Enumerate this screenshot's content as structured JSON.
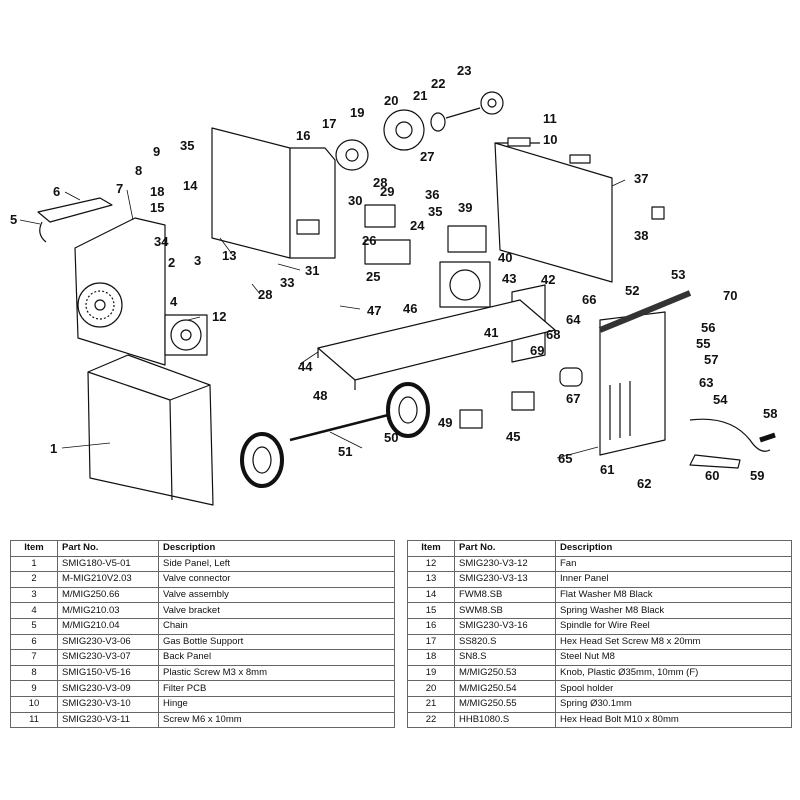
{
  "callouts": [
    "1",
    "2",
    "3",
    "4",
    "5",
    "6",
    "7",
    "8",
    "9",
    "10",
    "11",
    "12",
    "13",
    "14",
    "15",
    "16",
    "17",
    "18",
    "19",
    "20",
    "21",
    "22",
    "23",
    "24",
    "25",
    "26",
    "27",
    "28",
    "28",
    "29",
    "30",
    "31",
    "33",
    "34",
    "35",
    "35",
    "36",
    "37",
    "38",
    "39",
    "40",
    "41",
    "42",
    "43",
    "44",
    "45",
    "46",
    "47",
    "48",
    "49",
    "50",
    "51",
    "52",
    "53",
    "54",
    "55",
    "56",
    "57",
    "58",
    "59",
    "60",
    "61",
    "62",
    "63",
    "64",
    "65",
    "66",
    "67",
    "68",
    "69",
    "70"
  ],
  "table_headers": {
    "item": "Item",
    "part": "Part No.",
    "desc": "Description"
  },
  "left_table": [
    {
      "item": "1",
      "part": "SMIG180-V5-01",
      "desc": "Side Panel, Left"
    },
    {
      "item": "2",
      "part": "M-MIG210V2.03",
      "desc": "Valve connector"
    },
    {
      "item": "3",
      "part": "M/MIG250.66",
      "desc": "Valve assembly"
    },
    {
      "item": "4",
      "part": "M/MIG210.03",
      "desc": "Valve bracket"
    },
    {
      "item": "5",
      "part": "M/MIG210.04",
      "desc": "Chain"
    },
    {
      "item": "6",
      "part": "SMIG230-V3-06",
      "desc": "Gas Bottle Support"
    },
    {
      "item": "7",
      "part": "SMIG230-V3-07",
      "desc": "Back Panel"
    },
    {
      "item": "8",
      "part": "SMIG150-V5-16",
      "desc": "Plastic Screw M3 x 8mm"
    },
    {
      "item": "9",
      "part": "SMIG230-V3-09",
      "desc": "Filter PCB"
    },
    {
      "item": "10",
      "part": "SMIG230-V3-10",
      "desc": "Hinge"
    },
    {
      "item": "11",
      "part": "SMIG230-V3-11",
      "desc": "Screw M6 x 10mm"
    }
  ],
  "right_table": [
    {
      "item": "12",
      "part": "SMIG230-V3-12",
      "desc": "Fan"
    },
    {
      "item": "13",
      "part": "SMIG230-V3-13",
      "desc": "Inner Panel"
    },
    {
      "item": "14",
      "part": "FWM8.SB",
      "desc": "Flat Washer M8 Black"
    },
    {
      "item": "15",
      "part": "SWM8.SB",
      "desc": "Spring Washer M8 Black"
    },
    {
      "item": "16",
      "part": "SMIG230-V3-16",
      "desc": "Spindle for Wire Reel"
    },
    {
      "item": "17",
      "part": "SS820.S",
      "desc": "Hex Head Set Screw M8 x 20mm"
    },
    {
      "item": "18",
      "part": "SN8.S",
      "desc": "Steel Nut M8"
    },
    {
      "item": "19",
      "part": "M/MIG250.53",
      "desc": "Knob, Plastic Ø35mm, 10mm (F)"
    },
    {
      "item": "20",
      "part": "M/MIG250.54",
      "desc": "Spool holder"
    },
    {
      "item": "21",
      "part": "M/MIG250.55",
      "desc": "Spring Ø30.1mm"
    },
    {
      "item": "22",
      "part": "HHB1080.S",
      "desc": "Hex Head Bolt M10 x 80mm"
    }
  ]
}
